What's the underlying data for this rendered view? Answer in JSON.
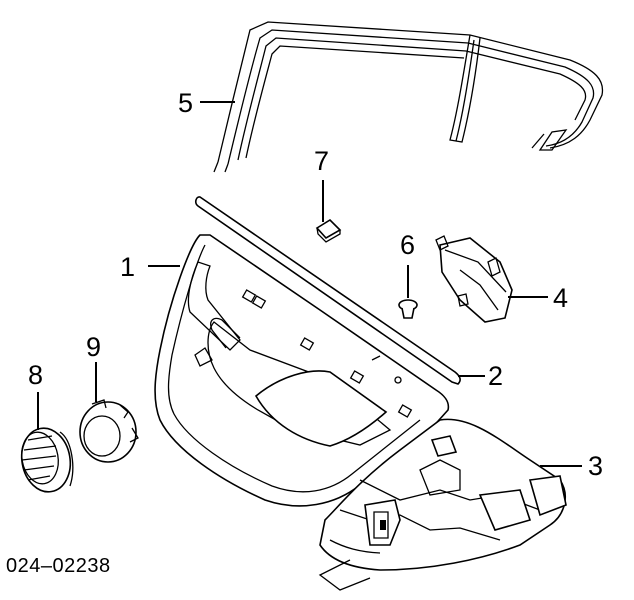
{
  "diagram": {
    "drawing_code": "024–02238",
    "callouts": [
      {
        "id": "1",
        "label": "1"
      },
      {
        "id": "2",
        "label": "2"
      },
      {
        "id": "3",
        "label": "3"
      },
      {
        "id": "4",
        "label": "4"
      },
      {
        "id": "5",
        "label": "5"
      },
      {
        "id": "6",
        "label": "6"
      },
      {
        "id": "7",
        "label": "7"
      },
      {
        "id": "8",
        "label": "8"
      },
      {
        "id": "9",
        "label": "9"
      }
    ]
  }
}
